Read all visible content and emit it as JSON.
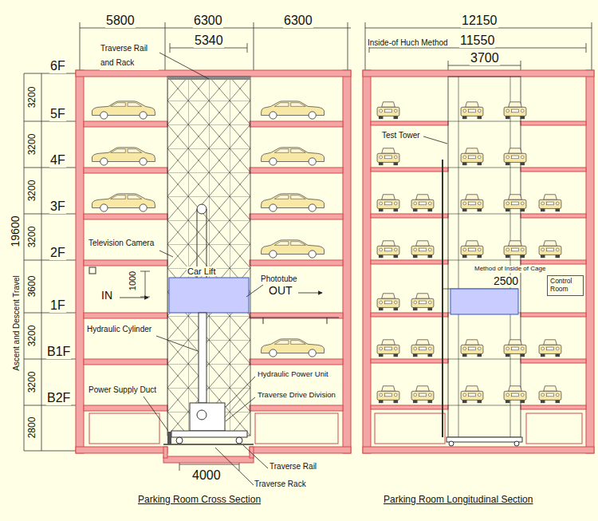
{
  "diagram": {
    "nodes": [
      {
        "text": [
          "Control Room"
        ]
      }
    ],
    "labels": [
      "5800",
      "6300",
      "6300",
      "5340",
      "12150",
      "Inside-of Huch Method",
      "11550",
      "3700",
      "Traverse Rail and Rack",
      "6F",
      "3200",
      "5F",
      "3200",
      "4F",
      "3200",
      "3F",
      "3200",
      "2F",
      "3600",
      "1F",
      "3200",
      "B1F",
      "3200",
      "B2F",
      "2800",
      "19600",
      "Ascent and Descent Travel",
      "Test Tower",
      "Television Camera",
      "1000",
      "Car Lift",
      "Phototube",
      "IN",
      "OUT",
      "Method of Inside of Cage",
      "2500",
      "Hydraulic Cylinder",
      "Hydraulic Power Unit",
      "Traverse Drive Division",
      "Power Supply Duct",
      "4000",
      "Traverse Rail",
      "Traverse Rack",
      "Parking Room Cross Section",
      "Parking Room Longitudinal Section"
    ]
  }
}
